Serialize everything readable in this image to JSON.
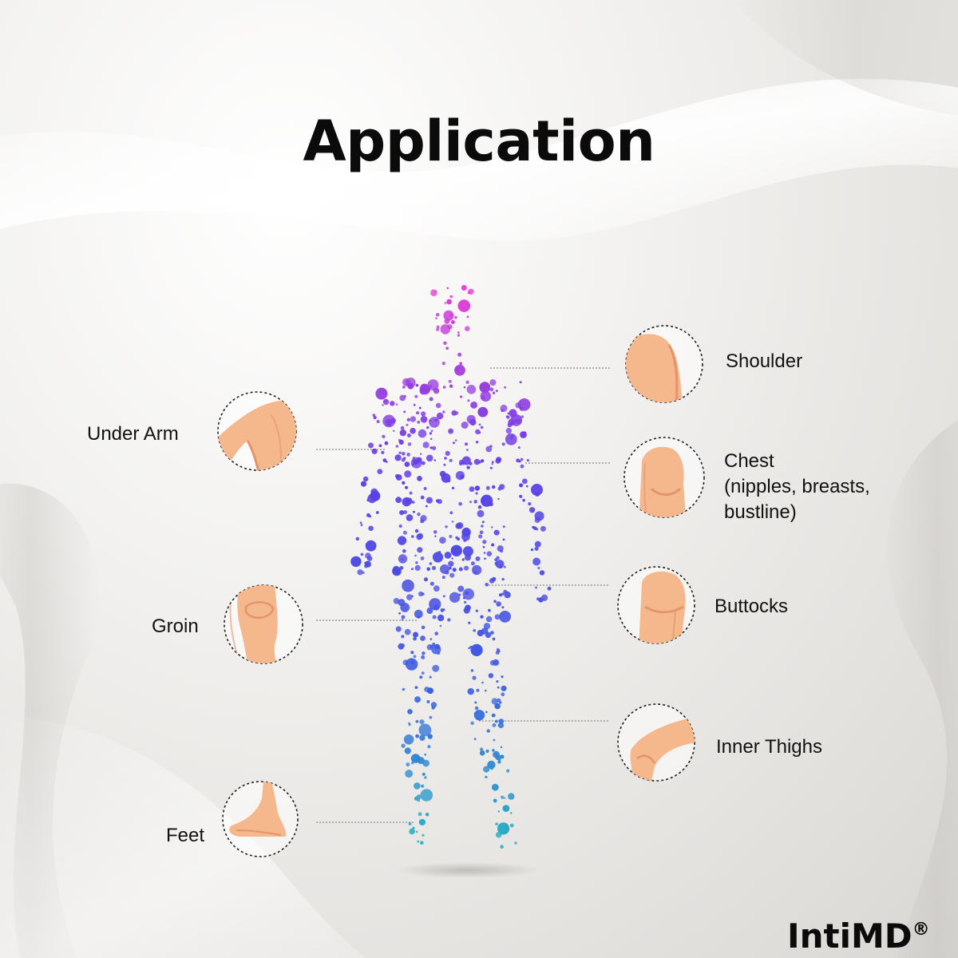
{
  "title": "Application",
  "brand": {
    "name": "IntiMD",
    "mark": "®"
  },
  "labels": {
    "shoulder": "Shoulder",
    "under_arm": "Under Arm",
    "chest_line1": "Chest",
    "chest_line2": "(nipples, breasts,",
    "chest_line3": "bustline)",
    "buttocks": "Buttocks",
    "groin": "Groin",
    "inner_thighs": "Inner Thighs",
    "feet": "Feet"
  },
  "icons": {
    "shoulder": "shoulder-icon",
    "under_arm": "under-arm-icon",
    "chest": "chest-icon",
    "buttocks": "buttocks-icon",
    "groin": "groin-icon",
    "inner_thighs": "inner-thighs-icon",
    "feet": "foot-icon"
  },
  "colors": {
    "skin": "#f5b78c",
    "skin_shadow": "#e3946a",
    "dot_top": "#e83fd4",
    "dot_upper": "#9a3fe0",
    "dot_mid": "#5a3fe8",
    "dot_lower": "#3d5fe0",
    "dot_bottom": "#1fb8bf"
  }
}
